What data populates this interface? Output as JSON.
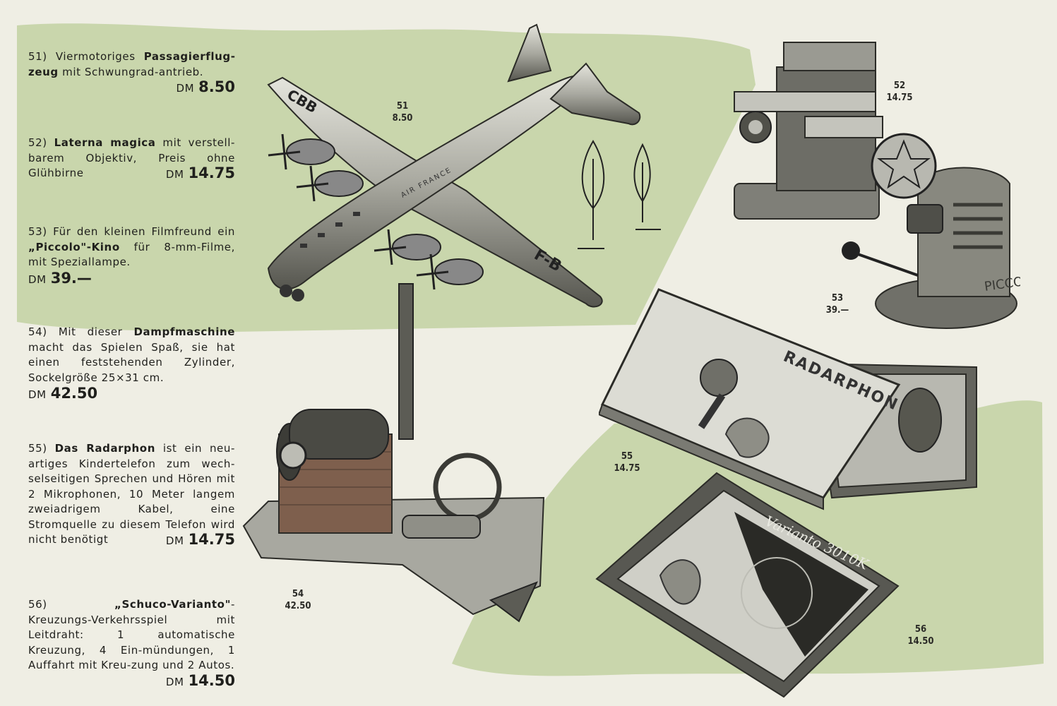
{
  "colors": {
    "paper": "#efeee4",
    "green": "#c9d6ac",
    "ink": "#1f1f1c"
  },
  "items": [
    {
      "num": "51)",
      "pre": "Viermotoriges ",
      "bold": "Passagierflug­zeug",
      "post": " mit Schwungrad-antrieb.",
      "currency": "DM",
      "price": "8.50",
      "caption_num": "51",
      "caption_price": "8.50"
    },
    {
      "num": "52)",
      "pre": " ",
      "bold": "Laterna magica",
      "post": " mit verstell-barem Objektiv, Preis ohne Glühbirne",
      "currency": "DM",
      "price": "14.75",
      "caption_num": "52",
      "caption_price": "14.75"
    },
    {
      "num": "53)",
      "pre": " Für den kleinen Filmfreund ein ",
      "bold": "„Piccolo\"-Kino",
      "post": " für 8-mm-Filme, mit Speziallampe.",
      "currency": "DM",
      "price": "39.—",
      "caption_num": "53",
      "caption_price": "39.—"
    },
    {
      "num": "54)",
      "pre": " Mit dieser ",
      "bold": "Dampfmaschine",
      "post": " macht das Spielen Spaß, sie hat einen feststehenden Zylinder, Sockelgröße 25×31 cm.",
      "currency": "DM",
      "price": "42.50",
      "caption_num": "54",
      "caption_price": "42.50"
    },
    {
      "num": "55)",
      "pre": " ",
      "bold": "Das Radarphon",
      "post": " ist ein neu-artiges Kindertelefon zum wech-selseitigen Sprechen und Hören mit 2 Mikrophonen, 10 Meter langem zweiadrigem Kabel, eine Stromquelle zu diesem Telefon wird nicht benötigt",
      "currency": "DM",
      "price": "14.75",
      "caption_num": "55",
      "caption_price": "14.75"
    },
    {
      "num": "56)",
      "pre": " ",
      "bold": "„Schuco-Varianto\"",
      "post": "-Kreuzungs-Verkehrsspiel mit Leitdraht: 1 automatische Kreuzung, 4 Ein-mündungen, 1 Auffahrt mit Kreu-zung und 2 Autos.",
      "currency": "DM",
      "price": "14.50",
      "caption_num": "56",
      "caption_price": "14.50"
    }
  ],
  "illustrations": {
    "plane_reg_1": "CBB",
    "plane_reg_2": "F-B",
    "plane_airline": "AIR FRANCE",
    "projector_brand": "PICCOLO",
    "radarphon_box": "RADARPHON",
    "varianto_box": "Varianto 3010K"
  }
}
